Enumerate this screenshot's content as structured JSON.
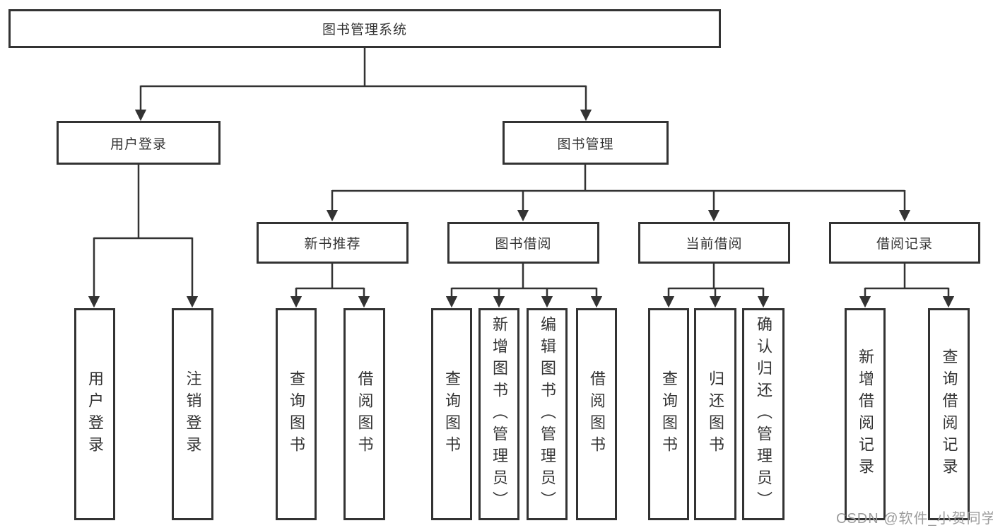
{
  "tree": {
    "root": {
      "label": "图书管理系统",
      "children": [
        {
          "label": "用户登录",
          "children": [
            {
              "label": "用户登录"
            },
            {
              "label": "注销登录"
            }
          ]
        },
        {
          "label": "图书管理",
          "children": [
            {
              "label": "新书推荐",
              "children": [
                {
                  "label": "查询图书"
                },
                {
                  "label": "借阅图书"
                }
              ]
            },
            {
              "label": "图书借阅",
              "children": [
                {
                  "label": "查询图书"
                },
                {
                  "label": "新增图书（管理员）"
                },
                {
                  "label": "编辑图书（管理员）"
                },
                {
                  "label": "借阅图书"
                }
              ]
            },
            {
              "label": "当前借阅",
              "children": [
                {
                  "label": "查询图书"
                },
                {
                  "label": "归还图书"
                },
                {
                  "label": "确认归还（管理员）"
                }
              ]
            },
            {
              "label": "借阅记录",
              "children": [
                {
                  "label": "新增借阅记录"
                },
                {
                  "label": "查询借阅记录"
                }
              ]
            }
          ]
        }
      ]
    }
  },
  "watermark": {
    "text": "CSDN @软件_小贺同学",
    "color": "#9c9c9c"
  },
  "colors": {
    "line": "#333333",
    "box_border": "#333333",
    "box_fill": "#ffffff",
    "text": "#333333",
    "background": "#ffffff"
  }
}
